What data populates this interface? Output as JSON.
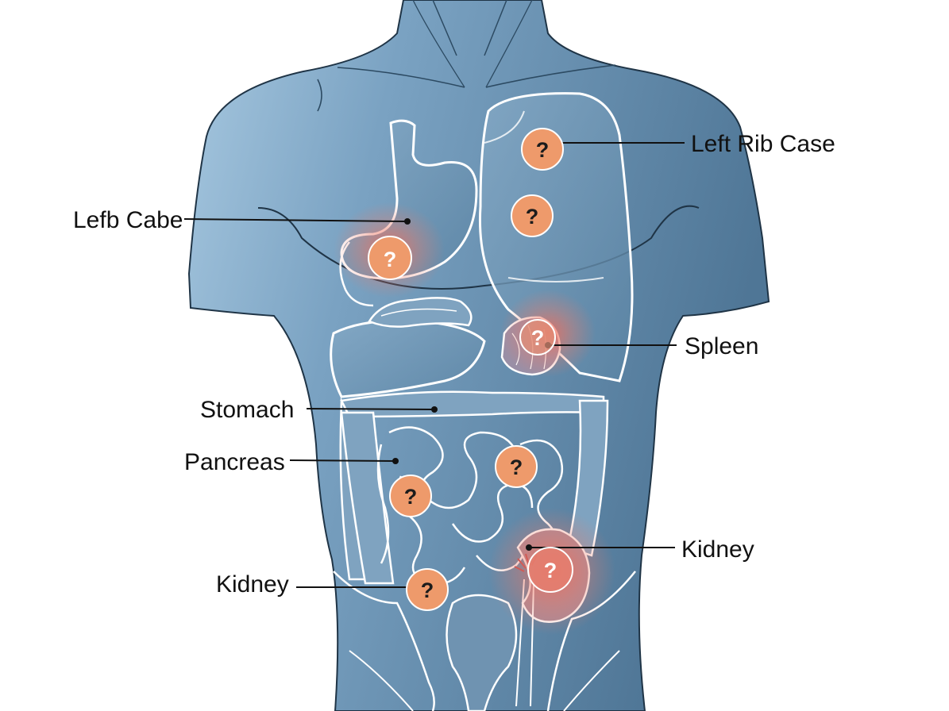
{
  "diagram": {
    "labels": {
      "left_rib_case": "Left Rib Case",
      "lefb_cabe": "Lefb Cabe",
      "spleen": "Spleen",
      "stomach": "Stomach",
      "pancreas": "Pancreas",
      "kidney_right": "Kidney",
      "kidney_left": "Kidney"
    },
    "marker_symbol": "?",
    "colors": {
      "skin": "#6a93b3",
      "skin_light": "#9cc0da",
      "organ_outline": "#ffffff",
      "body_outline": "#1f3446",
      "marker_fill": "#ee9a6b",
      "glow": "#ef6b5a",
      "leader_line": "#111111"
    }
  }
}
